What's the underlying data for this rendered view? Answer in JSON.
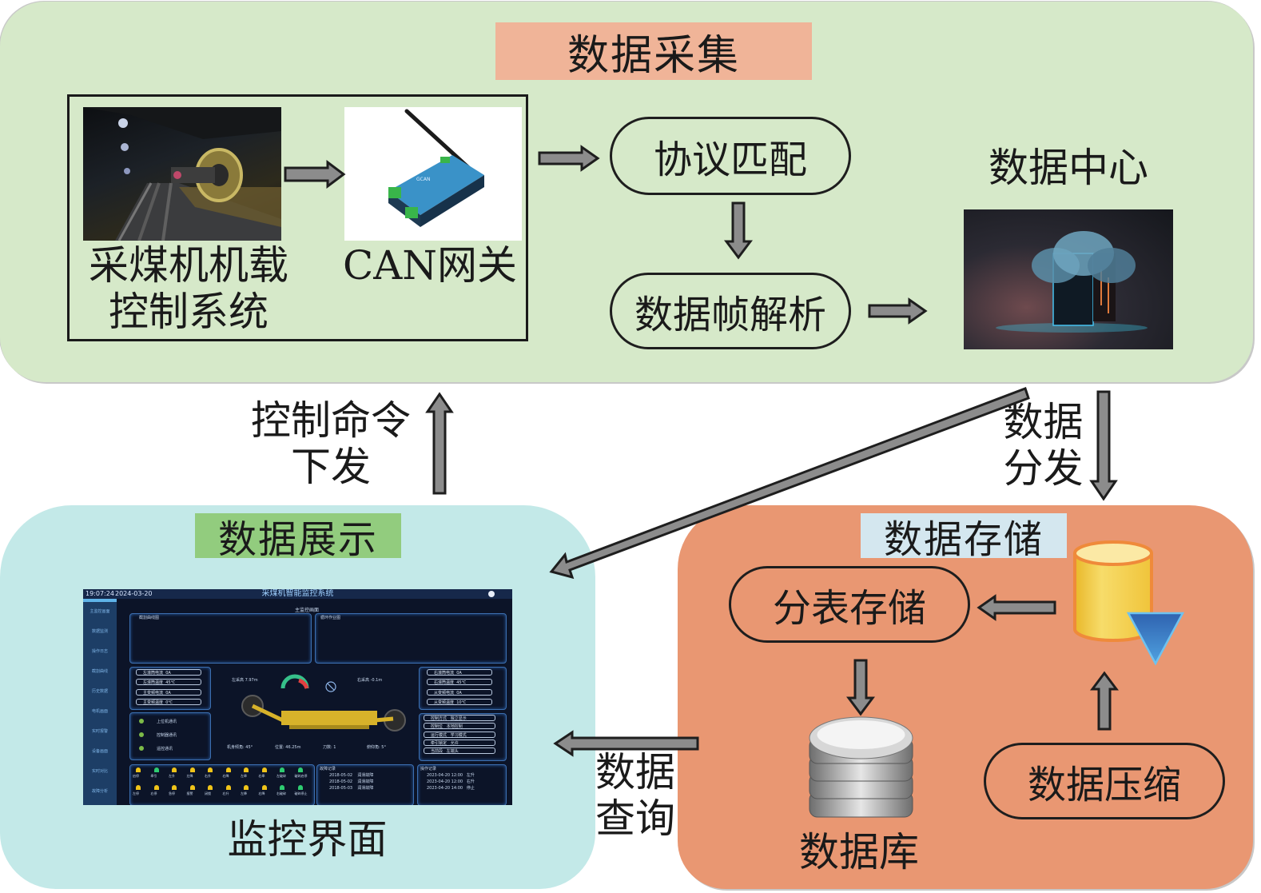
{
  "sections": {
    "acquisition": {
      "title": "数据采集",
      "shearer_label_line1": "采煤机机载",
      "shearer_label_line2": "控制系统",
      "gateway_label": "CAN网关",
      "protocol_match": "协议匹配",
      "frame_parse": "数据帧解析",
      "data_center": "数据中心"
    },
    "display": {
      "title": "数据展示",
      "caption": "监控界面"
    },
    "storage": {
      "title": "数据存储",
      "table_split": "分表存储",
      "compress": "数据压缩",
      "database": "数据库"
    }
  },
  "flows": {
    "control_cmd_line1": "控制命令",
    "control_cmd_line2": "下发",
    "distribution_line1": "数据",
    "distribution_line2": "分发",
    "query_line1": "数据",
    "query_line2": "查询"
  },
  "monitor_ui": {
    "time": "19:07:24",
    "date": "2024-03-20",
    "app_title": "采煤机智能监控系统",
    "screen_title": "主监控画面",
    "sidebar": [
      "主监控画面",
      "数据监测",
      "操作日志",
      "截割曲线",
      "历史数据",
      "电机画面",
      "实时报警",
      "设备画面",
      "实时对比",
      "故障分析"
    ],
    "chart_left_title": "截割曲线图",
    "chart_right_title": "循环作业图",
    "left_fields": [
      {
        "label": "左滚筒电流",
        "value": "0A"
      },
      {
        "label": "左滚筒温度",
        "value": "45℃"
      },
      {
        "label": "主变频电流",
        "value": "0A"
      },
      {
        "label": "主变频温度",
        "value": "0℃"
      }
    ],
    "right_fields": [
      {
        "label": "右滚筒电流",
        "value": "0A"
      },
      {
        "label": "右滚筒温度",
        "value": "45℃"
      },
      {
        "label": "从变频电流",
        "value": "0A"
      },
      {
        "label": "从变频温度",
        "value": "10℃"
      }
    ],
    "left_height": "左采高 7.97m",
    "right_height": "右采高 -0.1m",
    "comms": [
      "上位机通讯",
      "控制器通讯",
      "遥控通讯"
    ],
    "machine_angle": "机身倾角: 45°",
    "position": "位置: 46.25m",
    "speed": "刀数: 1",
    "pitch": "俯仰角: 5°",
    "modes": [
      {
        "label": "控制方式",
        "value": "独立显示"
      },
      {
        "label": "控制位",
        "value": "本地控制"
      },
      {
        "label": "运行模式",
        "value": "学习模式"
      },
      {
        "label": "牵引锁定",
        "value": "允许"
      },
      {
        "label": "当前段",
        "value": "左端头"
      }
    ],
    "lamps_row1": [
      "启停",
      "牵引",
      "左升",
      "左降",
      "右升",
      "右降",
      "左牵",
      "右牵",
      "左破碎",
      "破碎启停"
    ],
    "lamps_row2": [
      "左停",
      "右停",
      "急停",
      "报警",
      "闭锁",
      "右升",
      "左降",
      "右降",
      "右破碎",
      "破碎停止"
    ],
    "fault_title": "故障记录",
    "faults": [
      {
        "date": "2018-05-02",
        "text": "润滑故障"
      },
      {
        "date": "2018-05-02",
        "text": "润滑故障"
      },
      {
        "date": "2018-05-03",
        "text": "润滑故障"
      }
    ],
    "oplog_title": "操作记录",
    "oplog": [
      {
        "time": "2023-04-20 12:00",
        "text": "左升"
      },
      {
        "time": "2023-04-20 12:00",
        "text": "右升"
      },
      {
        "time": "2023-04-20 14:00",
        "text": "停止"
      }
    ]
  },
  "colors": {
    "acquisition_bg": "#d6e9c9",
    "acquisition_title_bg": "#f0b498",
    "display_bg": "#c3e9e8",
    "display_title_bg": "#92cc7e",
    "storage_bg": "#e99772",
    "storage_title_bg": "#d4e7ef",
    "arrow_fill": "#8c8c8c"
  }
}
